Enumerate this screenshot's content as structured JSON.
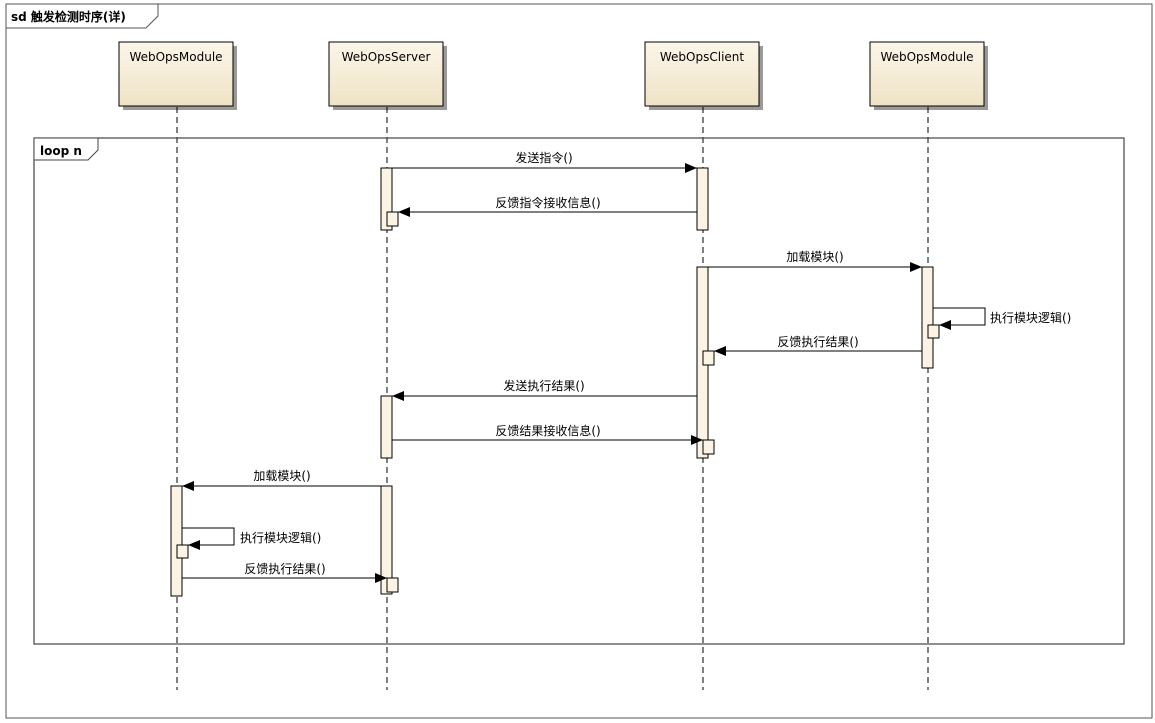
{
  "frame": {
    "title": "sd 触发检测时序(详)"
  },
  "participants": [
    {
      "id": "p1",
      "name": "WebOpsModule"
    },
    {
      "id": "p2",
      "name": "WebOpsServer"
    },
    {
      "id": "p3",
      "name": "WebOpsClient"
    },
    {
      "id": "p4",
      "name": "WebOpsModule"
    }
  ],
  "fragment": {
    "operator": "loop n"
  },
  "messages": [
    {
      "id": "m1",
      "label": "发送指令()",
      "from": "p2",
      "to": "p3",
      "kind": "call"
    },
    {
      "id": "m2",
      "label": "反馈指令接收信息()",
      "from": "p3",
      "to": "p2",
      "kind": "call"
    },
    {
      "id": "m3",
      "label": "加载模块()",
      "from": "p3",
      "to": "p4",
      "kind": "call"
    },
    {
      "id": "m4",
      "label": "执行模块逻辑()",
      "from": "p4",
      "to": "p4",
      "kind": "self"
    },
    {
      "id": "m5",
      "label": "反馈执行结果()",
      "from": "p4",
      "to": "p3",
      "kind": "call"
    },
    {
      "id": "m6",
      "label": "发送执行结果()",
      "from": "p3",
      "to": "p2",
      "kind": "call"
    },
    {
      "id": "m7",
      "label": "反馈结果接收信息()",
      "from": "p2",
      "to": "p3",
      "kind": "call"
    },
    {
      "id": "m8",
      "label": "加载模块()",
      "from": "p2",
      "to": "p1",
      "kind": "call"
    },
    {
      "id": "m9",
      "label": "执行模块逻辑()",
      "from": "p1",
      "to": "p1",
      "kind": "self"
    },
    {
      "id": "m10",
      "label": "反馈执行结果()",
      "from": "p1",
      "to": "p2",
      "kind": "call"
    }
  ],
  "colors": {
    "participant_fill": "#f7efdc",
    "activation_fill": "#fbf3e4",
    "line": "#000000",
    "shadow": "#9a9a9a",
    "frame_border": "#555555"
  }
}
